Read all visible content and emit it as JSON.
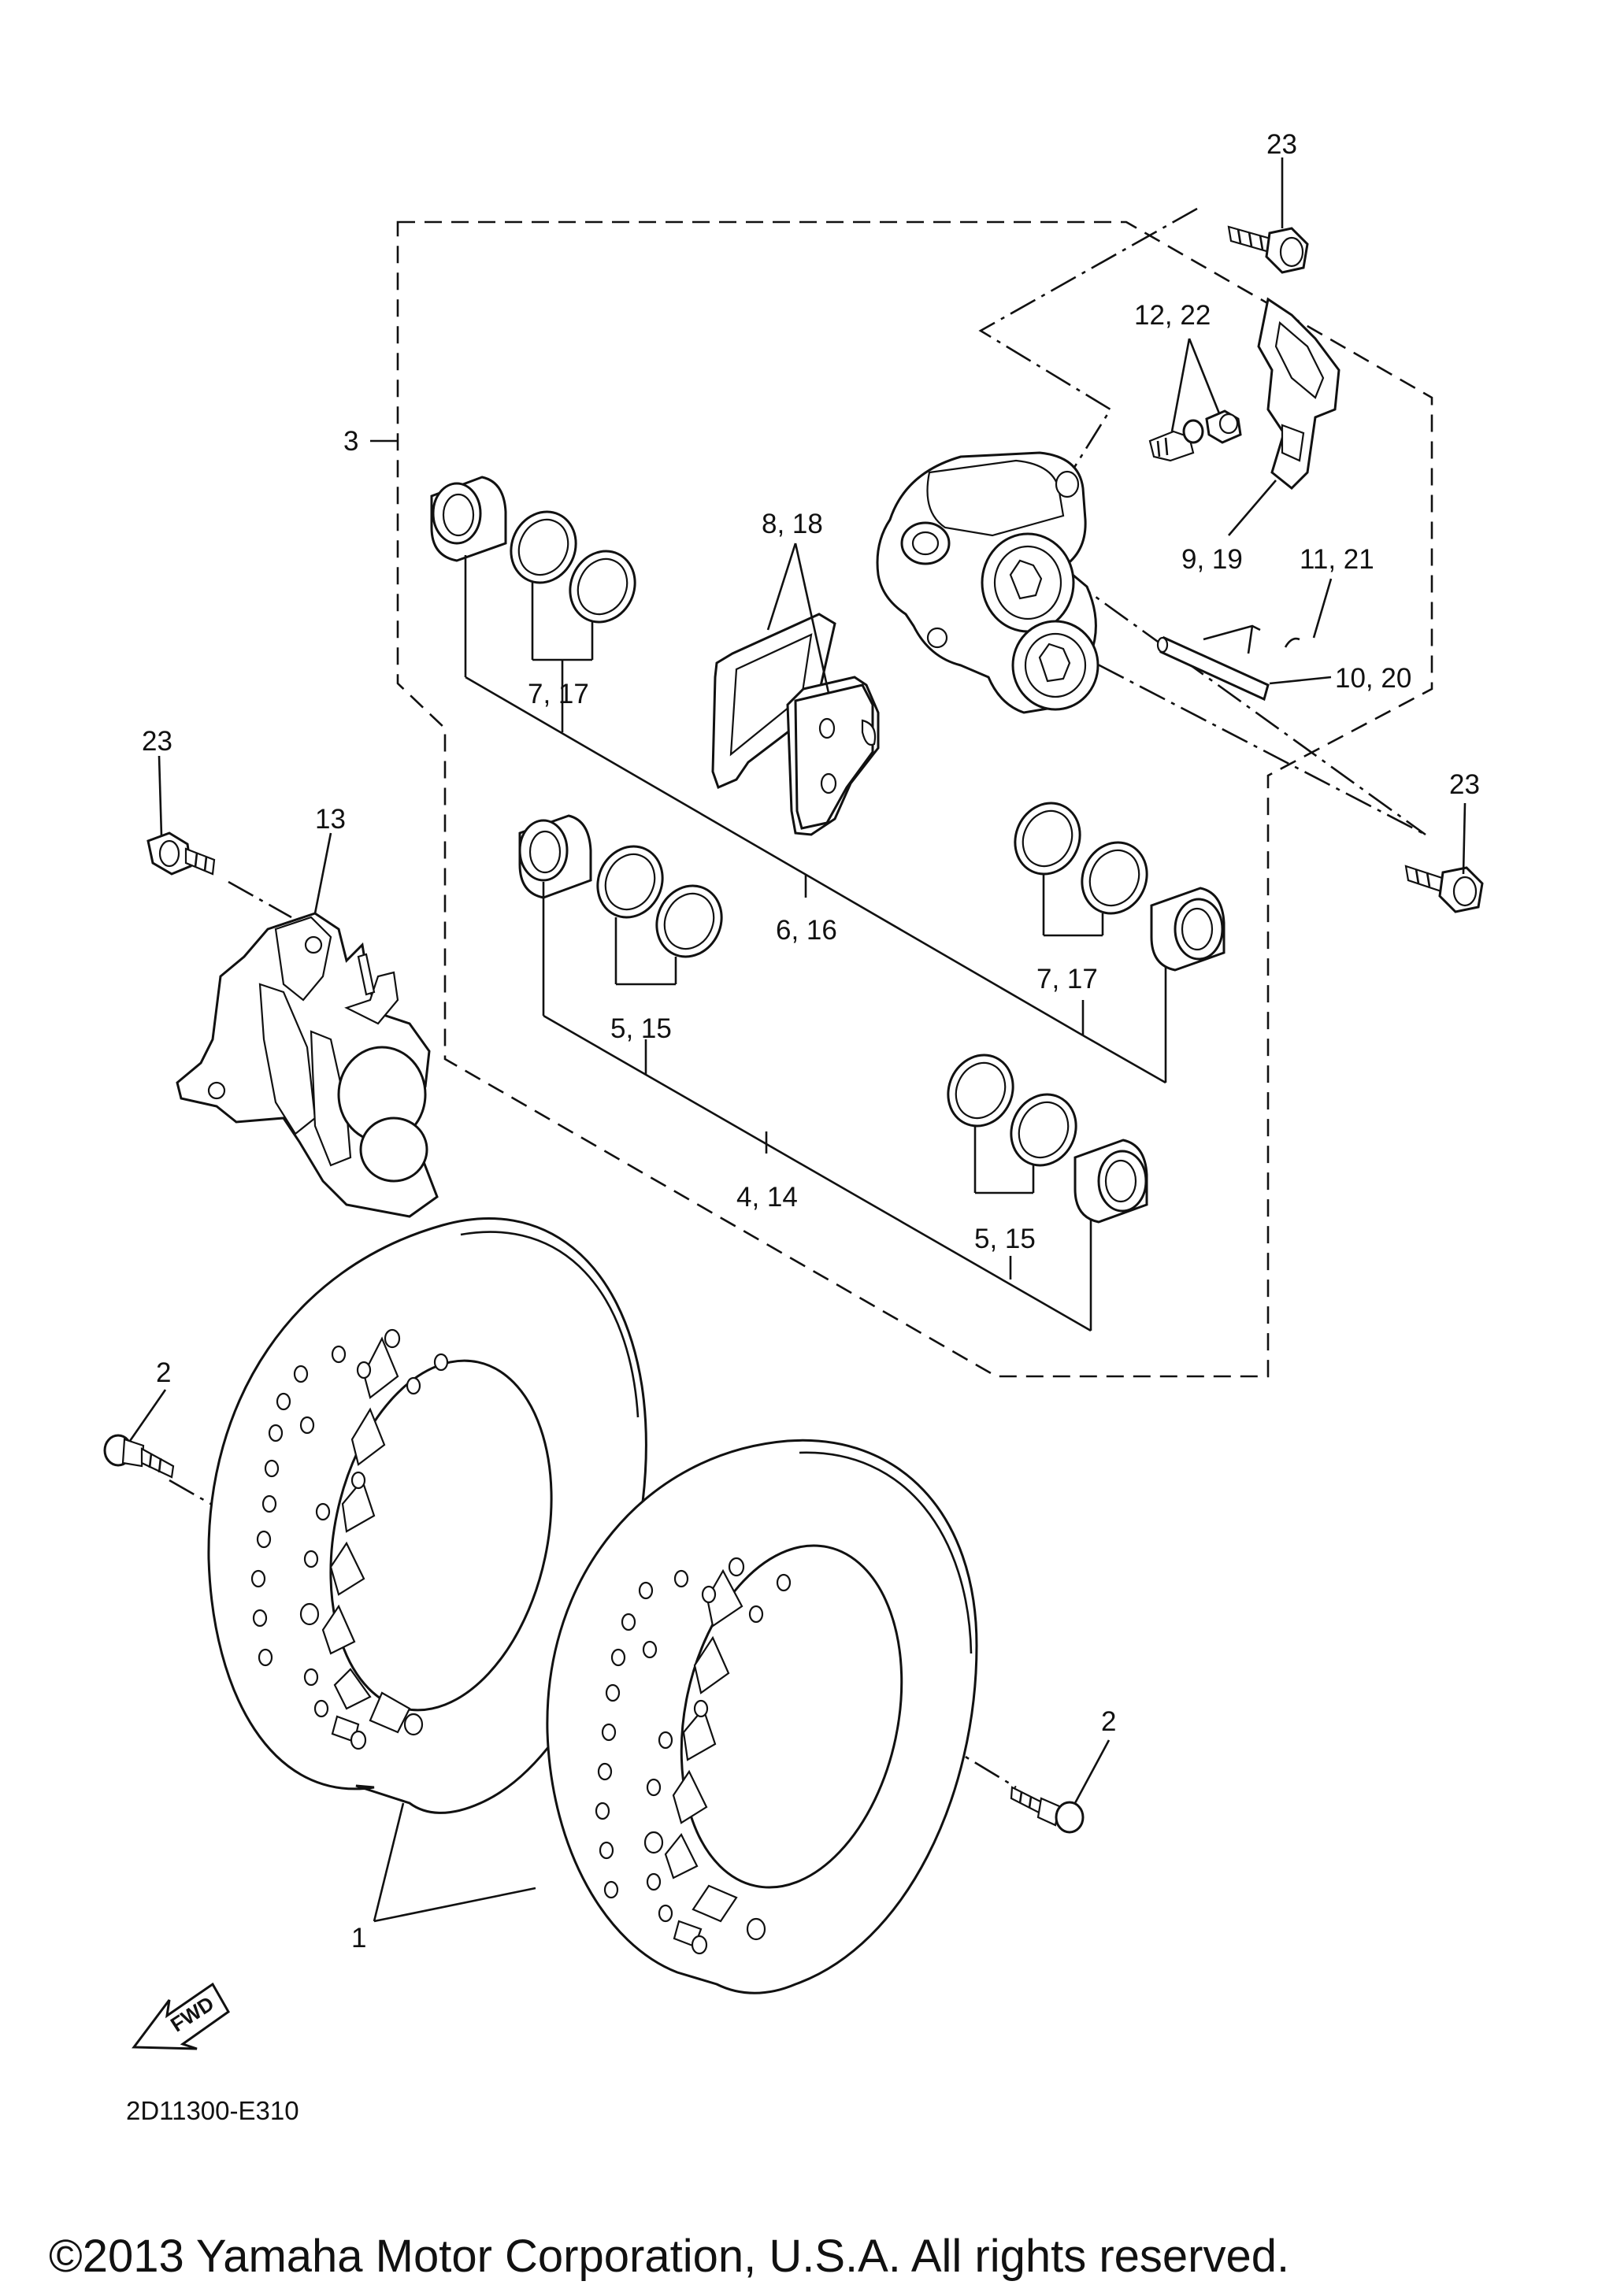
{
  "diagram_code": "2D11300-E310",
  "copyright": "©2013 Yamaha Motor Corporation, U.S.A. All rights reserved.",
  "fwd_label": "FWD",
  "callouts": {
    "c1": "1",
    "c2a": "2",
    "c2b": "2",
    "c3": "3",
    "c4_14": "4, 14",
    "c5_15a": "5, 15",
    "c5_15b": "5, 15",
    "c6_16": "6, 16",
    "c7_17a": "7, 17",
    "c7_17b": "7, 17",
    "c8_18": "8, 18",
    "c9_19": "9, 19",
    "c10_20": "10, 20",
    "c11_21": "11, 21",
    "c12_22": "12, 22",
    "c13": "13",
    "c23a": "23",
    "c23b": "23",
    "c23c": "23"
  }
}
